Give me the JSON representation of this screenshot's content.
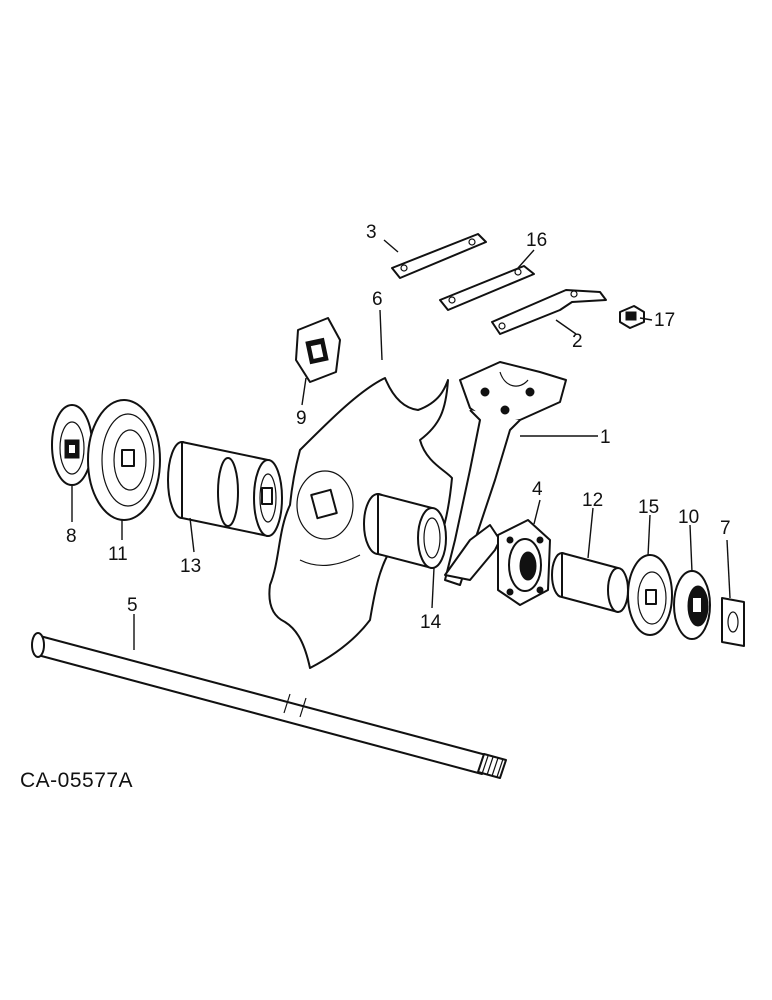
{
  "figure_code": "CA-05577A",
  "callouts": {
    "c1": "1",
    "c2": "2",
    "c3": "3",
    "c4": "4",
    "c5": "5",
    "c6": "6",
    "c7": "7",
    "c8": "8",
    "c9": "9",
    "c10": "10",
    "c11": "11",
    "c12": "12",
    "c13": "13",
    "c14": "14",
    "c15": "15",
    "c16": "16",
    "c17": "17"
  }
}
